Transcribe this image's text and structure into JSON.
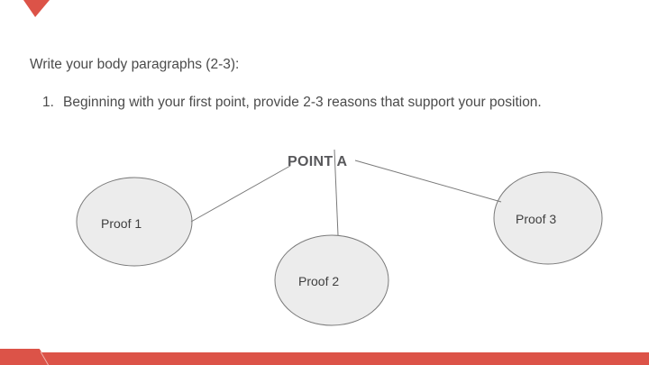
{
  "colors": {
    "accent": "#DC5348",
    "text": "#4B4B4B",
    "point_a": "#58585B",
    "node_fill": "#ECECEC",
    "node_stroke": "#7A7A7A",
    "edge": "#7A7A7A",
    "node_label": "#3F3F3F"
  },
  "slide": {
    "title": "Write your body paragraphs (2-3):",
    "list_items": [
      {
        "number": "1.",
        "text": "Beginning with your first point, provide 2-3 reasons that support your position."
      }
    ],
    "diagram": {
      "center_label": "POINT A",
      "nodes": [
        {
          "label": "Proof 1"
        },
        {
          "label": "Proof 2"
        },
        {
          "label": "Proof 3"
        }
      ]
    }
  }
}
